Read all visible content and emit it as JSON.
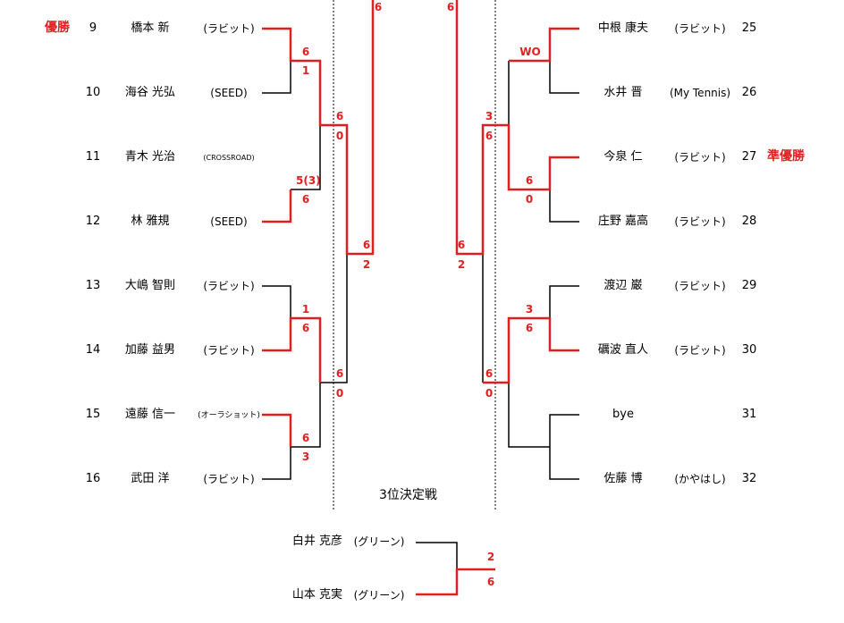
{
  "colors": {
    "winner_line": "#e02020",
    "loser_line": "#000000",
    "score_text": "#e02020"
  },
  "awards": {
    "champion": "優勝",
    "runner_up": "準優勝"
  },
  "left_players": [
    {
      "seed": "9",
      "name": "橋本 新",
      "club": "(ラビット)"
    },
    {
      "seed": "10",
      "name": "海谷 光弘",
      "club": "(SEED)"
    },
    {
      "seed": "11",
      "name": "青木 光治",
      "club": "(CROSSROAD)"
    },
    {
      "seed": "12",
      "name": "林 雅規",
      "club": "(SEED)"
    },
    {
      "seed": "13",
      "name": "大嶋 智則",
      "club": "(ラビット)"
    },
    {
      "seed": "14",
      "name": "加藤 益男",
      "club": "(ラビット)"
    },
    {
      "seed": "15",
      "name": "遠藤 信一",
      "club": "(オーラショット)"
    },
    {
      "seed": "16",
      "name": "武田 洋",
      "club": "(ラビット)"
    }
  ],
  "right_players": [
    {
      "seed": "25",
      "name": "中根 康夫",
      "club": "(ラビット)"
    },
    {
      "seed": "26",
      "name": "水井 晋",
      "club": "(My Tennis)"
    },
    {
      "seed": "27",
      "name": "今泉 仁",
      "club": "(ラビット)"
    },
    {
      "seed": "28",
      "name": "庄野 嘉高",
      "club": "(ラビット)"
    },
    {
      "seed": "29",
      "name": "渡辺 巌",
      "club": "(ラビット)"
    },
    {
      "seed": "30",
      "name": "礪波 直人",
      "club": "(ラビット)"
    },
    {
      "seed": "31",
      "name": "bye",
      "club": ""
    },
    {
      "seed": "32",
      "name": "佐藤 博",
      "club": "(かやはし)"
    }
  ],
  "scores": {
    "l_r1_m1": [
      "6",
      "1"
    ],
    "l_r1_m2": [
      "5(3)",
      "6"
    ],
    "l_r1_m3": [
      "1",
      "6"
    ],
    "l_r1_m4": [
      "6",
      "3"
    ],
    "l_r2_m1": [
      "6",
      "0"
    ],
    "l_r2_m2": [
      "6",
      "0"
    ],
    "l_r3": [
      "6",
      "2"
    ],
    "final_left": "6",
    "final_right": "6",
    "r_r1_m1": [
      "WO",
      ""
    ],
    "r_r1_m2": [
      "6",
      "0"
    ],
    "r_r1_m3": [
      "3",
      "6"
    ],
    "r_r2_m1": [
      "3",
      "6"
    ],
    "r_r2_m2": [
      "6",
      "0"
    ],
    "r_r3": [
      "6",
      "2"
    ]
  },
  "third_place": {
    "title": "3位決定戦",
    "players": [
      {
        "name": "白井 克彦",
        "club": "(グリーン)"
      },
      {
        "name": "山本 克実",
        "club": "(グリーン)"
      }
    ],
    "score": [
      "2",
      "6"
    ]
  }
}
